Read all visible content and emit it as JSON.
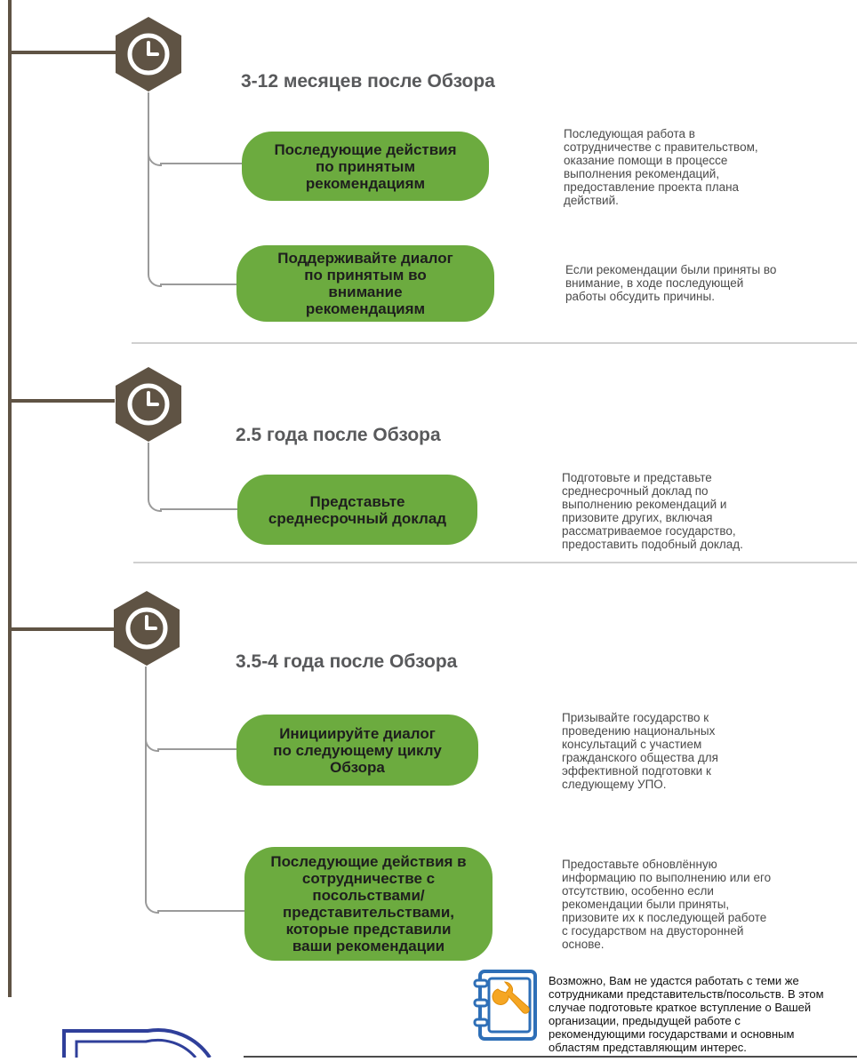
{
  "sections": [
    {
      "title": "3-12 месяцев после Обзора",
      "clock_icon": "clock-icon",
      "items": [
        {
          "label": "Последующие действия\nпо принятым\nрекомендациям",
          "description": "Последующая работа в\nсотрудничестве с правительством,\nоказание помощи в процессе\nвыполнения рекомендаций,\nпредоставление проекта плана\nдействий."
        },
        {
          "label": "Поддерживайте диалог\nпо принятым во\nвнимание\nрекомендациям",
          "description": "Если рекомендации были приняты во\nвнимание, в ходе последующей\nработы обсудить причины."
        }
      ]
    },
    {
      "title": "2.5 года после Обзора",
      "clock_icon": "clock-icon",
      "items": [
        {
          "label": "Представьте\nсреднесрочный доклад",
          "description": "Подготовьте и представьте\nсреднесрочный доклад по\nвыполнению рекомендаций и\nпризовите других, включая\nрассматриваемое государство,\nпредоставить подобный доклад."
        }
      ]
    },
    {
      "title": "3.5-4 года после Обзора",
      "clock_icon": "clock-icon",
      "items": [
        {
          "label": "Инициируйте диалог\nпо следующему циклу\nОбзора",
          "description": "Призывайте государство к\nпроведению национальных\nконсультаций с участием\nгражданского общества для\nэффективной подготовки к\nследующему УПО."
        },
        {
          "label": "Последующие действия в\nсотрудничестве с\nпосольствами/\nпредставительствами,\nкоторые представили\nваши рекомендации",
          "description": "Предоставьте обновлённую\nинформацию по выполнению или его\nотсутствию, особенно если\nрекомендации были приняты,\nпризовите их к последующей работе\nс государством на двусторонней\nоснове."
        }
      ]
    }
  ],
  "note": {
    "icon": "notebook-wrench-icon",
    "text": "Возможно, Вам не удастся работать с теми же\nсотрудниками представительств/посольств. В этом\nслучае подготовьте краткое вступление о Вашей\nорганизации, предыдущей работе с\nрекомендующими государствами и основным\nобластям представляющим интерес."
  },
  "colors": {
    "spine": "#5f5344",
    "hexagon": "#5f5344",
    "pill": "#6cab3f",
    "title": "#58595b",
    "note_icon_blue": "#2e6fb7",
    "note_icon_orange": "#f5a623"
  }
}
